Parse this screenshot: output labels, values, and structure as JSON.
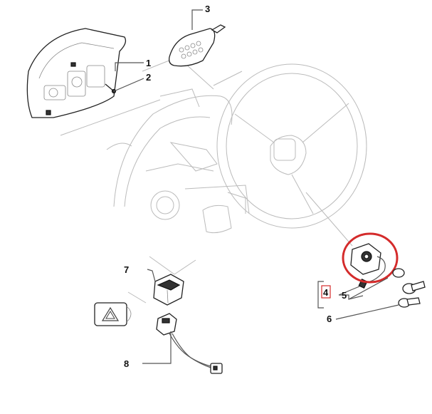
{
  "callouts": {
    "c1": "1",
    "c2": "2",
    "c3": "3",
    "c4": "4",
    "c5": "5",
    "c6": "6",
    "c7": "7",
    "c8": "8"
  },
  "colors": {
    "highlight_circle": "#d42b2b",
    "highlight_box": "#d42b2b",
    "line": "#555555",
    "part_outline": "#222222"
  },
  "icons": {
    "hazard_switch": "hazard-warning-triangle-icon"
  }
}
